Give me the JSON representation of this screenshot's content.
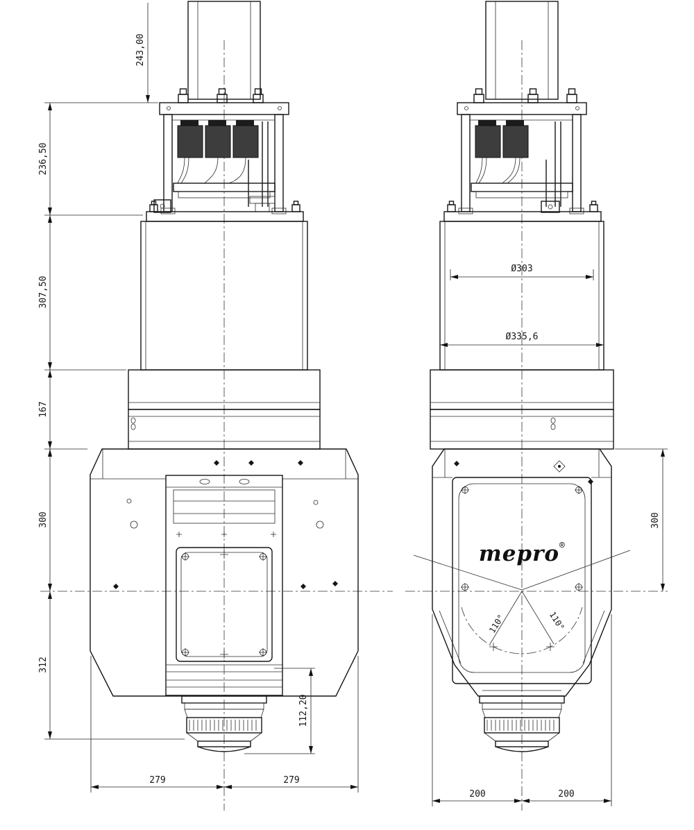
{
  "dims": {
    "v243": "243,00",
    "v236": "236,50",
    "v307": "307,50",
    "v167": "167",
    "v300L": "300",
    "v312": "312",
    "v112": "112,20",
    "v279a": "279",
    "v279b": "279",
    "v200a": "200",
    "v200b": "200",
    "v300R": "300",
    "dia303": "Ø303",
    "dia335": "Ø335,6",
    "ang110a": "110°",
    "ang110b": "110°"
  },
  "logo": {
    "name": "mepro",
    "reg": "®"
  },
  "colors": {
    "line": "#151515",
    "background": "#ffffff"
  }
}
